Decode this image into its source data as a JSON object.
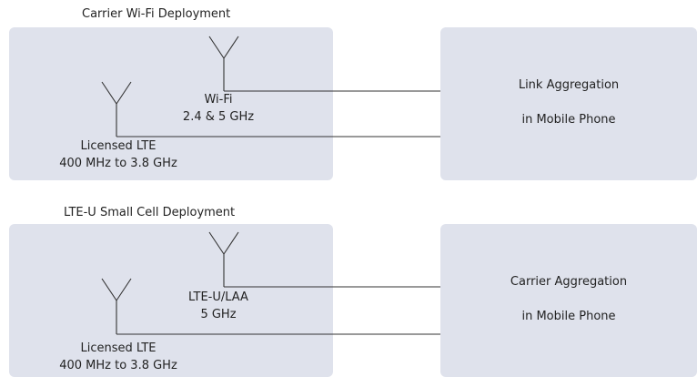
{
  "deployments": [
    {
      "title": "Carrier Wi-Fi Deployment",
      "antenna_a": {
        "name": "Wi-Fi",
        "band": "2.4 & 5 GHz"
      },
      "antenna_b": {
        "name": "Licensed LTE",
        "band": "400 MHz to 3.8 GHz"
      },
      "phone": {
        "line1": "Link Aggregation",
        "line2": "in Mobile Phone"
      }
    },
    {
      "title": "LTE-U Small Cell Deployment",
      "antenna_a": {
        "name": "LTE-U/LAA",
        "band": "5 GHz"
      },
      "antenna_b": {
        "name": "Licensed LTE",
        "band": "400 MHz to 3.8 GHz"
      },
      "phone": {
        "line1": "Carrier Aggregation",
        "line2": "in Mobile Phone"
      }
    }
  ],
  "colors": {
    "panel": "#dfe2ec",
    "line": "#333333"
  }
}
